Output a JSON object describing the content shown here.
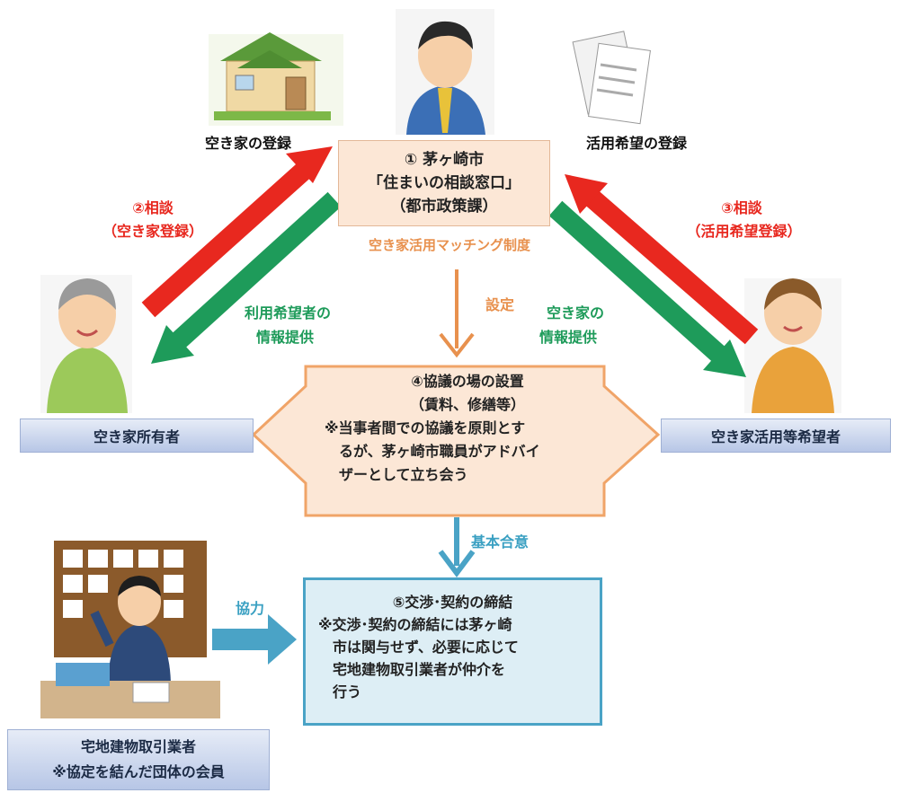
{
  "city_box": {
    "line1": "① 茅ヶ崎市",
    "line2": "「住まいの相談窓口」",
    "line3": "（都市政策課）"
  },
  "labels": {
    "vacant_register": "空き家の登録",
    "use_register": "活用希望の登録",
    "consult2_a": "②相談",
    "consult2_b": "（空き家登録）",
    "consult3_a": "③相談",
    "consult3_b": "（活用希望登録）",
    "matching": "空き家活用マッチング制度",
    "setting": "設定",
    "info_users_a": "利用希望者の",
    "info_users_b": "情報提供",
    "info_vacant_a": "空き家の",
    "info_vacant_b": "情報提供",
    "basic_agreement": "基本合意",
    "cooperation": "協力"
  },
  "owner_bar": "空き家所有者",
  "applicant_bar": "空き家活用等希望者",
  "consult_box": {
    "line1": "④協議の場の設置",
    "line2": "（賃料、修繕等）",
    "line3": "※当事者間での協議を原則とす",
    "line4": "るが、茅ヶ崎市職員がアドバイ",
    "line5": "ザーとして立ち会う"
  },
  "contract_box": {
    "line1": "⑤交渉･契約の締結",
    "line2": "※交渉･契約の締結には茅ヶ崎",
    "line3": "市は関与せず、必要に応じて",
    "line4": "宅地建物取引業者が仲介を",
    "line5": "行う"
  },
  "agent_box": {
    "line1": "宅地建物取引業者",
    "line2": "※協定を結んだ団体の会員"
  },
  "colors": {
    "red": "#e8281f",
    "green": "#1e9b5a",
    "orange": "#e8914e",
    "teal": "#3aa0c2",
    "blue_bar": "#b7c6e6"
  },
  "icons": [
    "house-icon",
    "official-man-icon",
    "documents-icon",
    "elderly-owner-icon",
    "young-applicant-icon",
    "realtor-icon"
  ]
}
